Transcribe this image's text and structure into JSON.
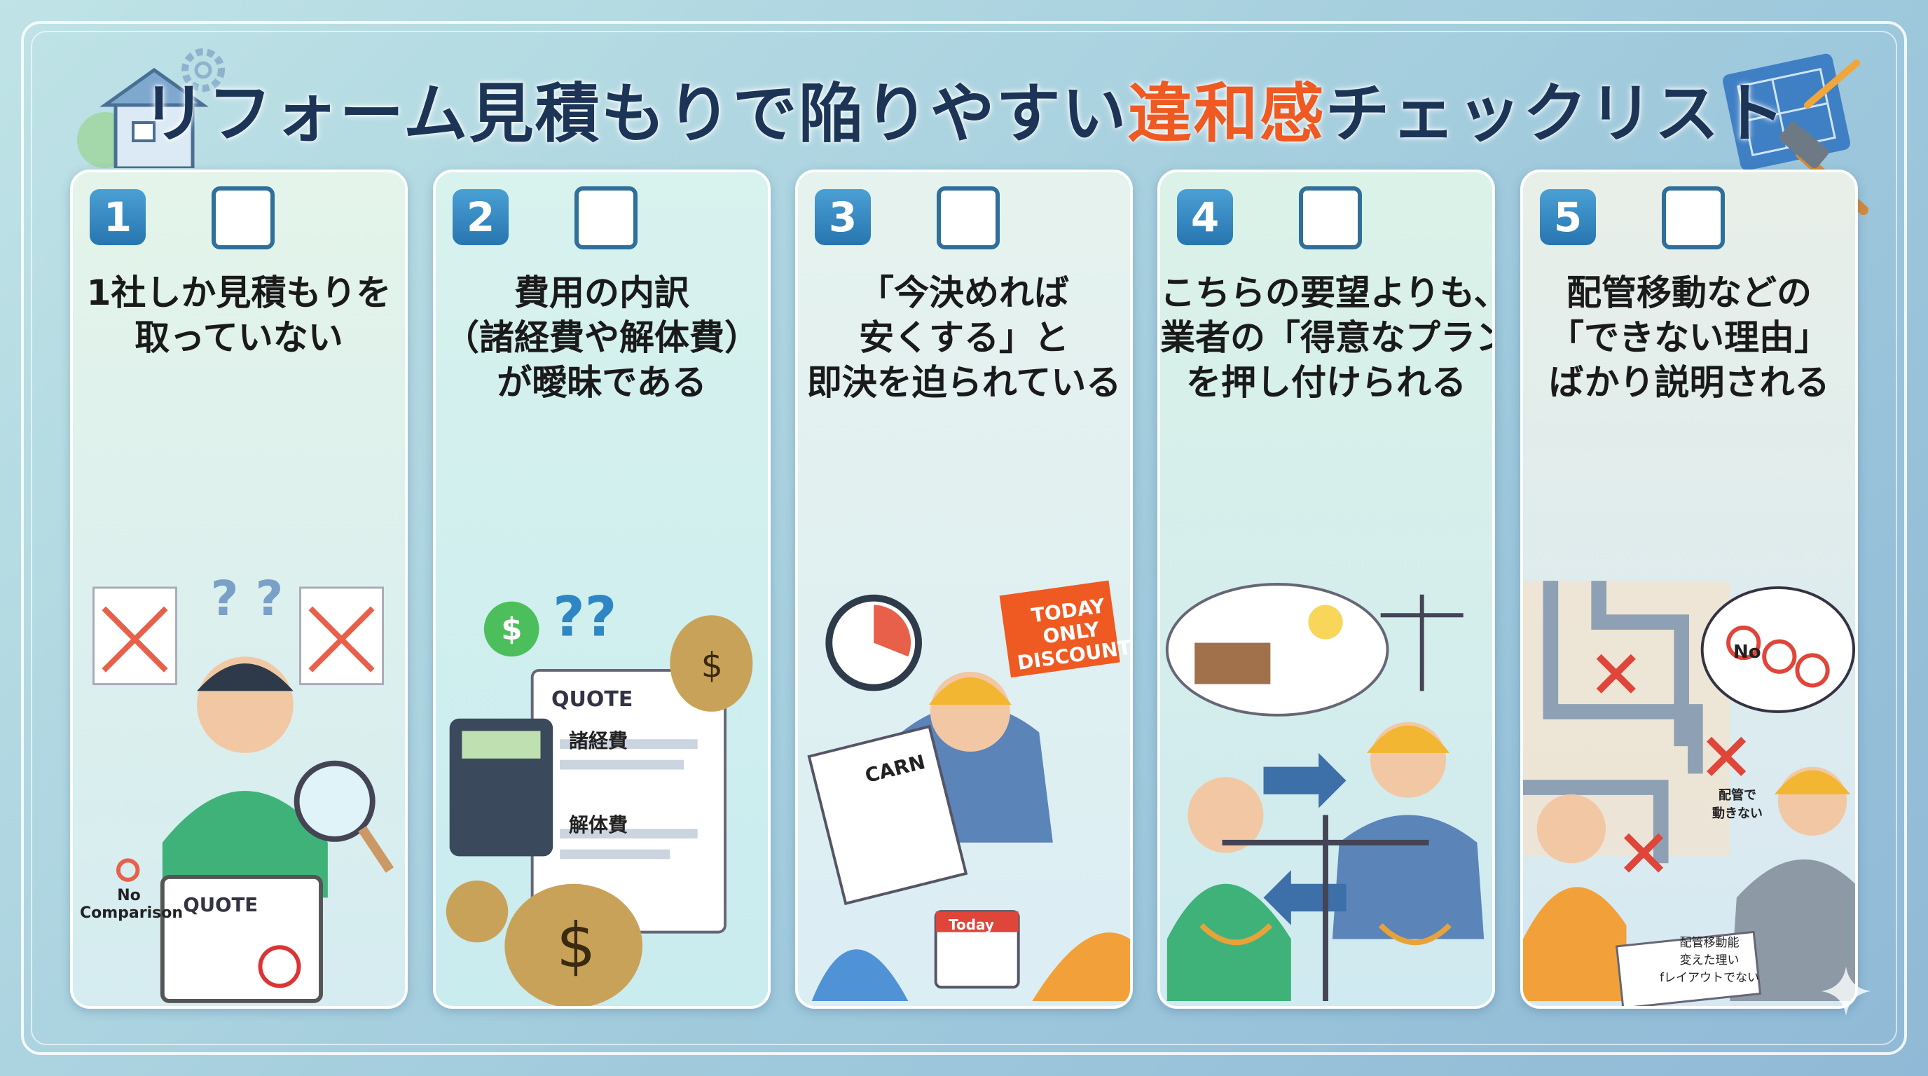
{
  "title": {
    "before": "リフォーム見積もりで陥りやすい",
    "highlight": "違和感",
    "after": "チェックリスト"
  },
  "colors": {
    "accent": "#ef5a22",
    "title": "#1c3557",
    "badge": "#2f86c4"
  },
  "items": [
    {
      "number": "1",
      "checked": false,
      "lines": [
        "1社しか見積もりを",
        "取っていない"
      ],
      "labels": {
        "no_comparison": "No\nComparison",
        "quote": "QUOTE"
      },
      "bg": "#dff1e8"
    },
    {
      "number": "2",
      "checked": false,
      "lines": [
        "費用の内訳",
        "（諸経費や解体費）",
        "が曖昧である"
      ],
      "labels": {
        "quote": "QUOTE",
        "misc": "諸経費",
        "demolition": "解体費"
      },
      "bg": "#d4f0ef"
    },
    {
      "number": "3",
      "checked": false,
      "lines": [
        "「今決めれば",
        "安くする」と",
        "即決を迫られている"
      ],
      "labels": {
        "sign": "TODAY ONLY DISCOUNT",
        "contract": "CARN",
        "calendar": "Today"
      },
      "bg": "#e3f0f2"
    },
    {
      "number": "4",
      "checked": false,
      "lines": [
        "こちらの要望よりも、",
        "業者の「得意なプラン」",
        "を押し付けられる"
      ],
      "labels": {},
      "bg": "#dbf1e6"
    },
    {
      "number": "5",
      "checked": false,
      "lines": [
        "配管移動などの",
        "「できない理由」",
        "ばかり説明される"
      ],
      "labels": {
        "no": "No",
        "worker": "配管で\n動きない",
        "caption": "配管移動能\n変えた理い\nfレイアウトでない"
      },
      "bg": "#e1eef2"
    }
  ]
}
